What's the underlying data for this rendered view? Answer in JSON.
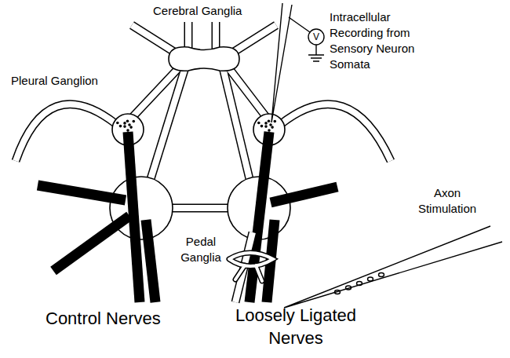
{
  "diagram": {
    "labels": [
      "Cerebral Ganglia",
      "Pleural Ganglion",
      "Intracellular Recording from Sensory Neuron Somata",
      "V",
      "Axon Stimulation",
      "Pedal Ganglia",
      "Control Nerves",
      "Loosely Ligated Nerves"
    ]
  }
}
